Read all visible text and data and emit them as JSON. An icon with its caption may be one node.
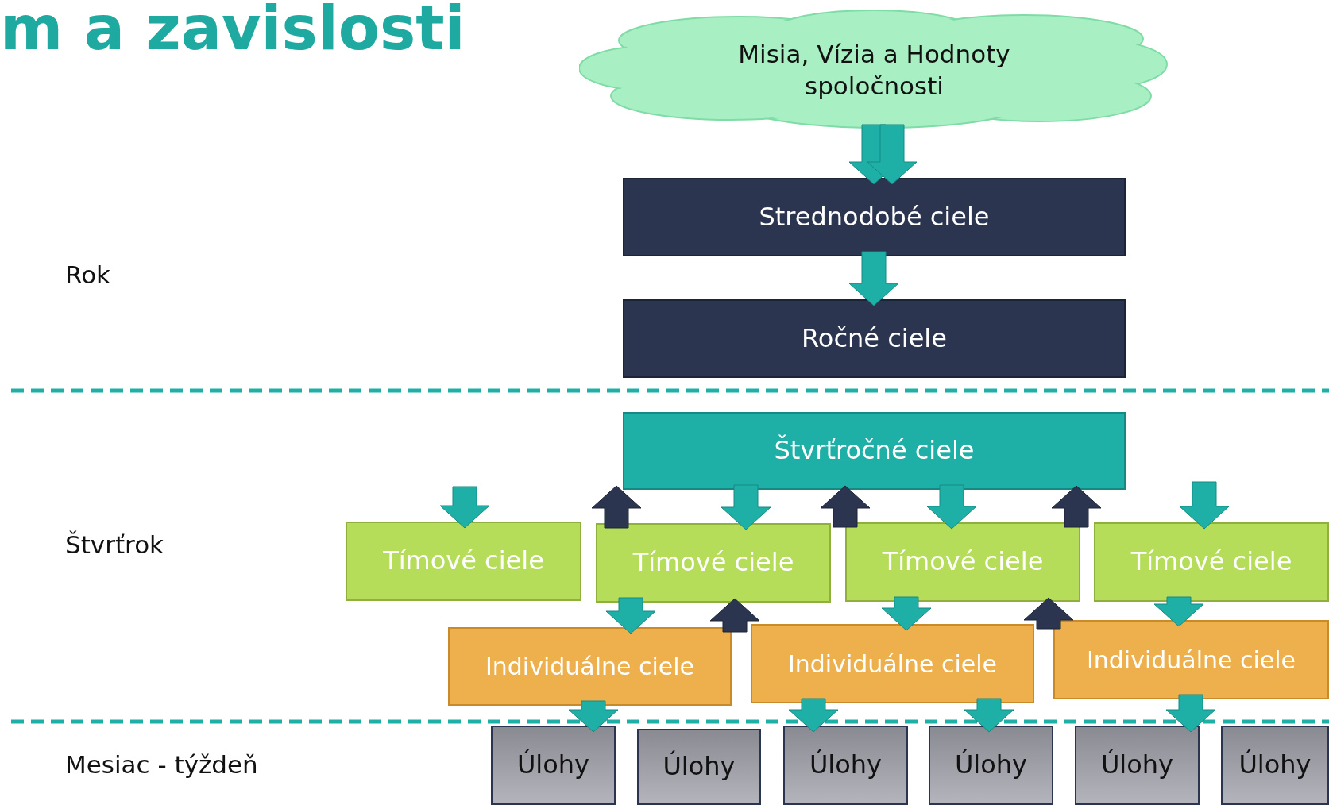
{
  "diagram": {
    "title": "m a zavislosti",
    "nodes": [
      {
        "text": [
          "Misia, Vízia a Hodnoty spoločnosti"
        ]
      },
      {
        "text": [
          "Strednodobé ciele"
        ]
      },
      {
        "text": [
          "Ročné ciele"
        ]
      },
      {
        "text": [
          "Štvrťročné ciele"
        ]
      },
      {
        "text": [
          "Tímové ciele"
        ]
      },
      {
        "text": [
          "Tímové ciele"
        ]
      },
      {
        "text": [
          "Tímové ciele"
        ]
      },
      {
        "text": [
          "Tímové ciele"
        ]
      },
      {
        "text": [
          "Individuálne ciele"
        ]
      },
      {
        "text": [
          "Individuálne ciele"
        ]
      },
      {
        "text": [
          "Individuálne ciele"
        ]
      },
      {
        "text": [
          "Úlohy"
        ]
      },
      {
        "text": [
          "Úlohy"
        ]
      },
      {
        "text": [
          "Úlohy"
        ]
      },
      {
        "text": [
          "Úlohy"
        ]
      },
      {
        "text": [
          "Úlohy"
        ]
      },
      {
        "text": [
          "Úlohy"
        ]
      }
    ],
    "edges": [
      {
        "from": 0,
        "to": 1,
        "arrow": "to"
      },
      {
        "from": 0,
        "to": 1,
        "arrow": "to"
      },
      {
        "from": 1,
        "to": 2,
        "arrow": "to"
      },
      {
        "from": null,
        "to": 4,
        "arrow": "to"
      },
      {
        "from": 3,
        "to": 5,
        "arrow": "to"
      },
      {
        "from": 3,
        "to": 6,
        "arrow": "to"
      },
      {
        "from": null,
        "to": 7,
        "arrow": "to"
      },
      {
        "from": 5,
        "to": 3,
        "arrow": "to",
        "color": "#2c3550"
      },
      {
        "from": 6,
        "to": 3,
        "arrow": "to",
        "color": "#2c3550"
      },
      {
        "from": 7,
        "to": 3,
        "arrow": "to",
        "color": "#2c3550"
      },
      {
        "from": 5,
        "to": 8,
        "arrow": "to"
      },
      {
        "from": 8,
        "to": 5,
        "arrow": "to",
        "color": "#2c3550"
      },
      {
        "from": 6,
        "to": 9,
        "arrow": "to"
      },
      {
        "from": 9,
        "to": 6,
        "arrow": "to",
        "color": "#2c3550"
      },
      {
        "from": 7,
        "to": 10,
        "arrow": "to"
      },
      {
        "from": 8,
        "to": 11,
        "arrow": "to"
      },
      {
        "from": 9,
        "to": 13,
        "arrow": "to"
      },
      {
        "from": 9,
        "to": 14,
        "arrow": "to"
      },
      {
        "from": 10,
        "to": 15,
        "arrow": "to"
      }
    ],
    "labels": [
      "Rok",
      "Štvrťrok",
      "Mesiac - týždeň"
    ]
  }
}
